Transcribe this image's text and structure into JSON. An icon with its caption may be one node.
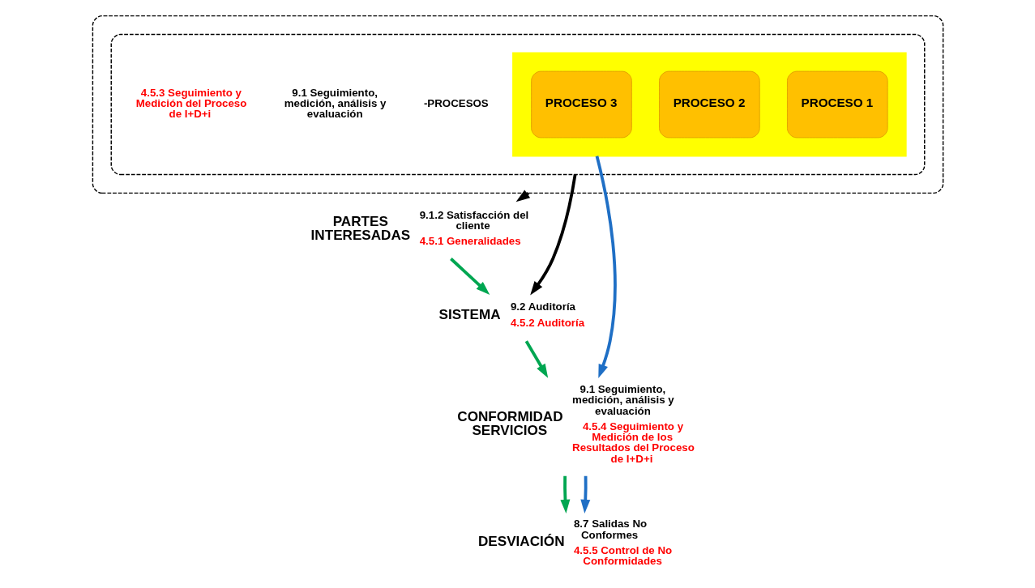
{
  "diagram": {
    "nodes": [
      {
        "text": [
          "PARTES INTERESADAS"
        ],
        "beside": [
          "9.1.2 Satisfacción del  cliente",
          "4.5.1 Generalidades"
        ]
      },
      {
        "text": [
          "SISTEMA"
        ],
        "beside": [
          "9.2 Auditoría",
          "4.5.2 Auditoría"
        ]
      },
      {
        "text": [
          "CONFORMIDAD SERVICIOS"
        ],
        "beside": [
          "9.1 Seguimiento, medición, análisis y evaluación",
          "4.5.4 Seguimiento y Medición de los Resultados del Proceso de I+D+i"
        ]
      },
      {
        "text": [
          "DESVIACIÓN"
        ],
        "beside": [
          "8.7 Salidas No Conformes",
          "4.5.5 Control de No Conformidades"
        ]
      },
      {
        "text": [],
        "shape": "ellipse"
      },
      {
        "text": [],
        "shape": "ellipse",
        "in": 4
      },
      {
        "text": [],
        "shape": "arrow",
        "in": 5
      },
      {
        "text": [
          "PROCESO 1"
        ],
        "in": 6
      },
      {
        "text": [
          "PROCESO 2"
        ],
        "in": 6
      },
      {
        "text": [
          "PROCESO 3"
        ],
        "in": 6
      }
    ],
    "edges": [
      {
        "from": 4,
        "to": 0,
        "arrow": "to",
        "color": "#000000"
      },
      {
        "from": 5,
        "to": 1,
        "arrow": "to",
        "color": "#000000"
      },
      {
        "from": 0,
        "to": 1,
        "arrow": "to",
        "color": "#00a651"
      },
      {
        "from": 1,
        "to": 2,
        "arrow": "to",
        "color": "#00a651"
      },
      {
        "from": 6,
        "to": 2,
        "arrow": "to",
        "color": "#1f6fc5"
      },
      {
        "from": 2,
        "to": 3,
        "arrow": "to",
        "color": "#00a651"
      },
      {
        "from": 2,
        "to": 3,
        "arrow": "to",
        "color": "#1f6fc5"
      }
    ],
    "labels": [
      "-PROCESOS",
      "9.1 Seguimiento, medición, análisis y evaluación",
      "4.5.3 Seguimiento y Medición del Proceso de I+D+i"
    ]
  }
}
